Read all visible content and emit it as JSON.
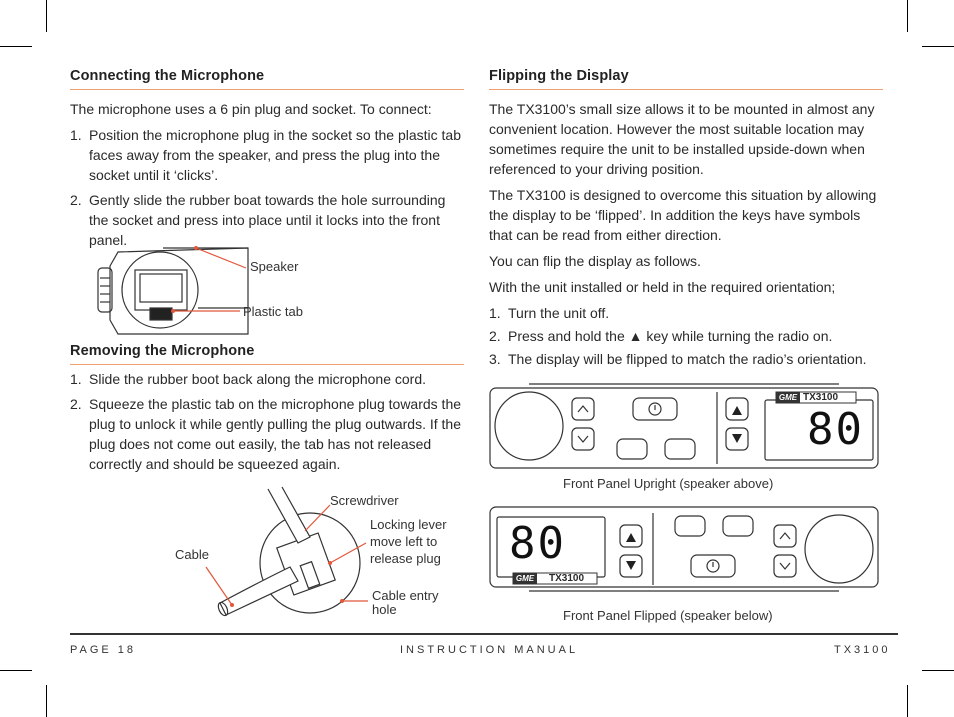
{
  "left": {
    "connecting": {
      "heading": "Connecting the Microphone",
      "intro": "The microphone uses a 6 pin plug and socket. To connect:",
      "steps": [
        {
          "num": "1.",
          "text": "Position the microphone plug in the socket so the plastic tab faces away from the speaker, and press the plug into the socket until it ‘clicks’."
        },
        {
          "num": "2.",
          "text": "Gently slide the rubber boat towards the hole surrounding the socket and press into place until it locks into the front panel."
        }
      ],
      "fig_labels": {
        "speaker": "Speaker",
        "plastic_tab": "Plastic tab"
      }
    },
    "removing": {
      "heading": "Removing the Microphone",
      "steps": [
        {
          "num": "1.",
          "text": "Slide the rubber boot back along the microphone cord."
        },
        {
          "num": "2.",
          "text": "Squeeze the plastic tab on the microphone plug towards the plug to unlock it while gently pulling the plug outwards. If the plug does not come out easily, the tab has not released correctly and should be squeezed again."
        }
      ],
      "fig_labels": {
        "screwdriver": "Screwdriver",
        "cable": "Cable",
        "locking_lever": "Locking lever move left to release plug",
        "cable_entry": "Cable entry hole"
      }
    }
  },
  "right": {
    "heading": "Flipping the Display",
    "para1": "The TX3100’s small size allows it to be mounted in almost any convenient location. However the most suitable location may sometimes require the unit to be installed upside-down when referenced to your driving position.",
    "para2": "The TX3100 is designed to overcome this situation by allowing the display to be ‘flipped’. In addition the keys have symbols that can be read from either direction.",
    "para3": "You can flip the display as follows.",
    "para4": "With the unit installed or held in the required orientation;",
    "steps": [
      {
        "num": "1.",
        "text": "Turn the unit off."
      },
      {
        "num": "2.",
        "text": "Press and hold the ▲ key while turning the radio on."
      },
      {
        "num": "3.",
        "text": "The display will be flipped to match the radio’s orientation."
      }
    ],
    "panel_upright": {
      "brand": "GME",
      "model": "TX3100",
      "digits": "80",
      "caption": "Front Panel Upright (speaker above)"
    },
    "panel_flipped": {
      "brand": "GME",
      "model": "TX3100",
      "digits": "80",
      "caption": "Front Panel Flipped (speaker below)"
    }
  },
  "footer": {
    "page": "PAGE 18",
    "center": "INSTRUCTION MANUAL",
    "right": "TX3100"
  },
  "colors": {
    "accent": "#f0a070",
    "callout": "#e2563a"
  }
}
